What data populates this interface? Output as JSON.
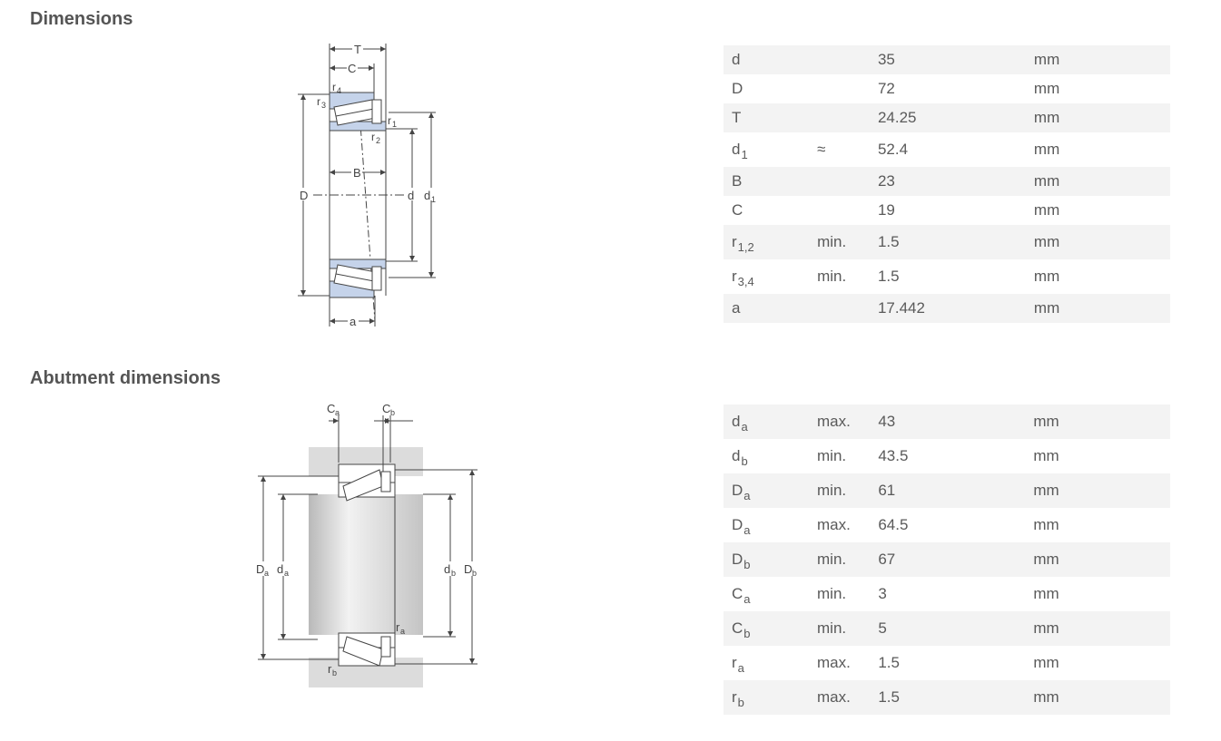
{
  "sections": {
    "dimensions": {
      "title": "Dimensions"
    },
    "abutment": {
      "title": "Abutment dimensions"
    }
  },
  "dimensions_rows": [
    {
      "symbol": "d",
      "sub": "",
      "qualifier": "",
      "value": "35",
      "unit": "mm"
    },
    {
      "symbol": "D",
      "sub": "",
      "qualifier": "",
      "value": "72",
      "unit": "mm"
    },
    {
      "symbol": "T",
      "sub": "",
      "qualifier": "",
      "value": "24.25",
      "unit": "mm"
    },
    {
      "symbol": "d",
      "sub": "1",
      "qualifier": "≈",
      "value": "52.4",
      "unit": "mm"
    },
    {
      "symbol": "B",
      "sub": "",
      "qualifier": "",
      "value": "23",
      "unit": "mm"
    },
    {
      "symbol": "C",
      "sub": "",
      "qualifier": "",
      "value": "19",
      "unit": "mm"
    },
    {
      "symbol": "r",
      "sub": "1,2",
      "qualifier": "min.",
      "value": "1.5",
      "unit": "mm"
    },
    {
      "symbol": "r",
      "sub": "3,4",
      "qualifier": "min.",
      "value": "1.5",
      "unit": "mm"
    },
    {
      "symbol": "a",
      "sub": "",
      "qualifier": "",
      "value": "17.442",
      "unit": "mm"
    }
  ],
  "abutment_rows": [
    {
      "symbol": "d",
      "sub": "a",
      "qualifier": "max.",
      "value": "43",
      "unit": "mm"
    },
    {
      "symbol": "d",
      "sub": "b",
      "qualifier": "min.",
      "value": "43.5",
      "unit": "mm"
    },
    {
      "symbol": "D",
      "sub": "a",
      "qualifier": "min.",
      "value": "61",
      "unit": "mm"
    },
    {
      "symbol": "D",
      "sub": "a",
      "qualifier": "max.",
      "value": "64.5",
      "unit": "mm"
    },
    {
      "symbol": "D",
      "sub": "b",
      "qualifier": "min.",
      "value": "67",
      "unit": "mm"
    },
    {
      "symbol": "C",
      "sub": "a",
      "qualifier": "min.",
      "value": "3",
      "unit": "mm"
    },
    {
      "symbol": "C",
      "sub": "b",
      "qualifier": "min.",
      "value": "5",
      "unit": "mm"
    },
    {
      "symbol": "r",
      "sub": "a",
      "qualifier": "max.",
      "value": "1.5",
      "unit": "mm"
    },
    {
      "symbol": "r",
      "sub": "b",
      "qualifier": "max.",
      "value": "1.5",
      "unit": "mm"
    }
  ],
  "drawing_dim_labels": {
    "T": "T",
    "C": "C",
    "r4": "r",
    "r4_sub": "4",
    "r3": "r",
    "r3_sub": "3",
    "r1": "r",
    "r1_sub": "1",
    "r2": "r",
    "r2_sub": "2",
    "B": "B",
    "D": "D",
    "d": "d",
    "d1": "d",
    "d1_sub": "1",
    "a": "a"
  },
  "drawing_abut_labels": {
    "Ca": "C",
    "Ca_sub": "a",
    "Cb": "C",
    "Cb_sub": "b",
    "Da": "D",
    "Da_sub": "a",
    "da": "d",
    "da_sub": "a",
    "db": "d",
    "db_sub": "b",
    "Db": "D",
    "Db_sub": "b",
    "ra": "r",
    "ra_sub": "a",
    "rb": "r",
    "rb_sub": "b"
  },
  "colors": {
    "ring_fill": "#c5d3ea",
    "housing_fill": "#dcdcdc",
    "line": "#444444",
    "row_shade": "#f3f3f3"
  }
}
